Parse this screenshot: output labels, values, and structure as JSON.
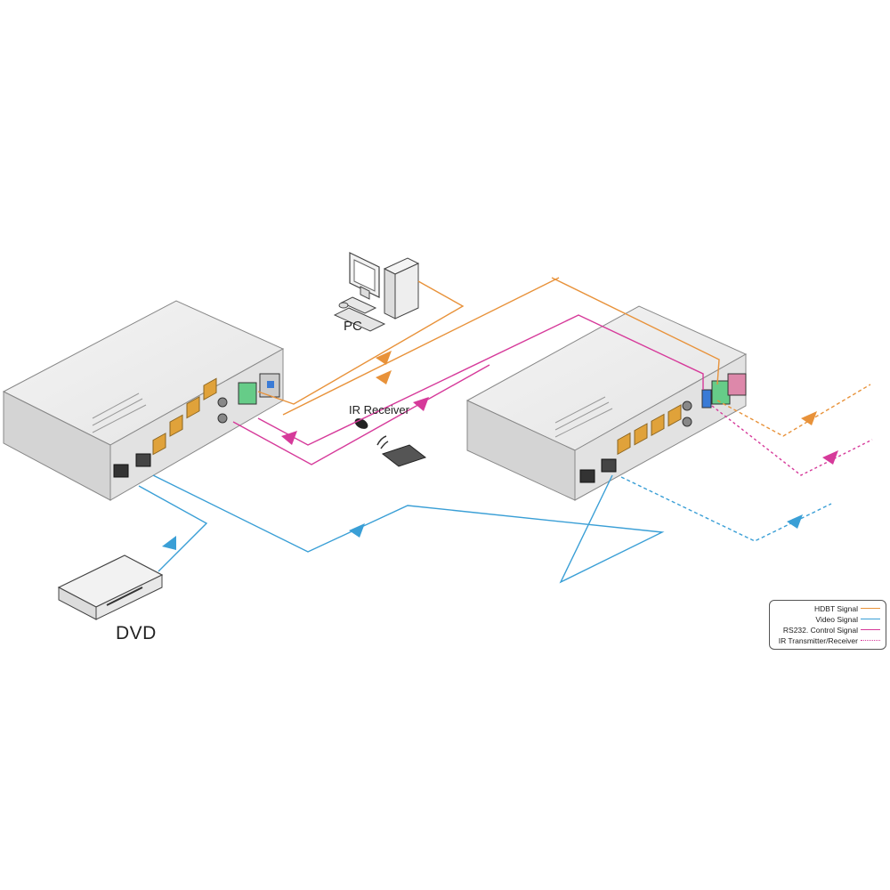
{
  "labels": {
    "pc": "PC",
    "ir_receiver": "IR Receiver",
    "dvd": "DVD"
  },
  "legend": [
    {
      "name": "HDBT Signal",
      "color": "#e8923a",
      "style": "solid"
    },
    {
      "name": "Video Signal",
      "color": "#3a9fd6",
      "style": "solid"
    },
    {
      "name": "RS232. Control Signal",
      "color": "#d63a9a",
      "style": "solid"
    },
    {
      "name": "IR Transmitter/Receiver",
      "color": "#d63a9a",
      "style": "dotted"
    }
  ],
  "colors": {
    "hdbt": "#e8923a",
    "video": "#3a9fd6",
    "rs232": "#d63a9a",
    "ir": "#d63a9a",
    "device_top": "#efefef",
    "device_front": "#dcdcdc",
    "device_side": "#c9c9c9",
    "port_gold": "#e0a23a"
  },
  "icons": [
    "pc-icon",
    "dvd-player-icon",
    "remote-control-icon",
    "ir-receiver-icon",
    "transmitter-device",
    "receiver-device"
  ]
}
